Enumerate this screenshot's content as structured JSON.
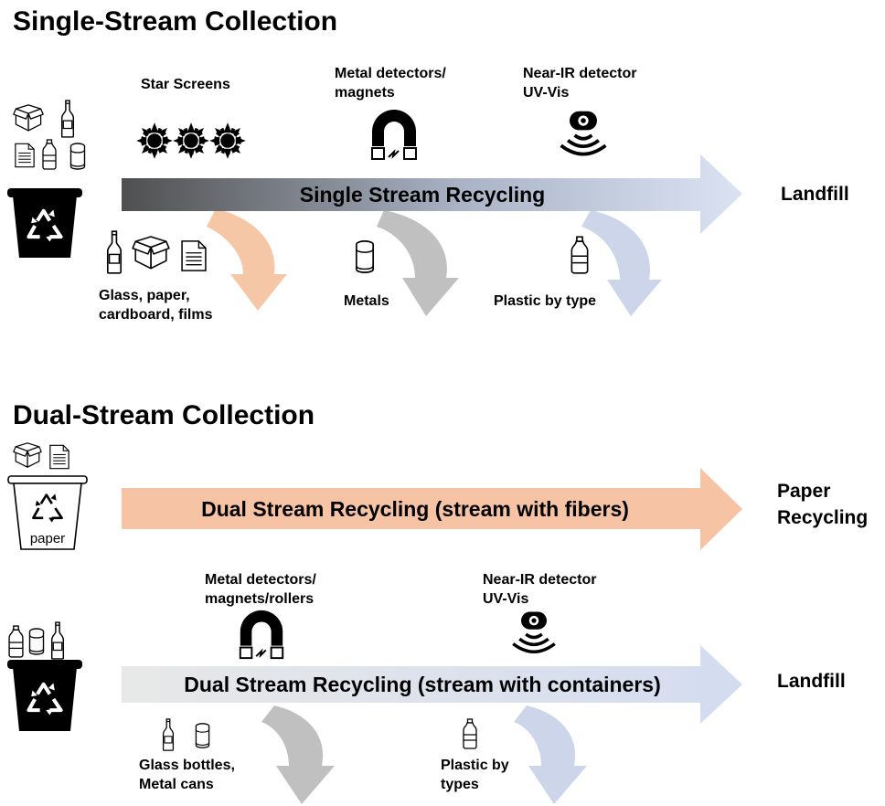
{
  "single": {
    "title": "Single-Stream Collection",
    "arrow_label": "Single Stream Recycling",
    "destination": "Landfill",
    "steps": [
      {
        "label_lines": [
          "Star Screens"
        ],
        "icon": "star-screens-icon"
      },
      {
        "label_lines": [
          "Metal detectors/",
          "magnets"
        ],
        "icon": "magnet-icon"
      },
      {
        "label_lines": [
          "Near-IR detector",
          "UV-Vis"
        ],
        "icon": "sensor-icon"
      }
    ],
    "outputs": [
      {
        "label_lines": [
          "Glass, paper,",
          "cardboard, films"
        ],
        "icons": [
          "bottle-icon",
          "box-icon",
          "document-icon"
        ],
        "color": "#f5c7a7"
      },
      {
        "label_lines": [
          "Metals"
        ],
        "icons": [
          "can-icon"
        ],
        "color": "#c0c0c0"
      },
      {
        "label_lines": [
          "Plastic by type"
        ],
        "icons": [
          "plastic-bottle-icon"
        ],
        "color": "#ccd5ea"
      }
    ]
  },
  "dual": {
    "title": "Dual-Stream Collection",
    "paper_bin_label": "paper",
    "fiber_arrow_label": "Dual Stream Recycling (stream with fibers)",
    "fiber_destination_lines": [
      "Paper",
      "Recycling"
    ],
    "container_arrow_label": "Dual Stream Recycling (stream with containers)",
    "container_destination": "Landfill",
    "steps": [
      {
        "label_lines": [
          "Metal detectors/",
          "magnets/rollers"
        ],
        "icon": "magnet-icon"
      },
      {
        "label_lines": [
          "Near-IR detector",
          "UV-Vis"
        ],
        "icon": "sensor-icon"
      }
    ],
    "outputs": [
      {
        "label_lines": [
          "Glass bottles,",
          "Metal cans"
        ],
        "icons": [
          "bottle-icon",
          "can-icon"
        ],
        "color": "#c0c0c0"
      },
      {
        "label_lines": [
          "Plastic by",
          "types"
        ],
        "icons": [
          "plastic-bottle-icon"
        ],
        "color": "#ccd5ea"
      }
    ]
  },
  "colors": {
    "single_arrow_start": "#4f4f4f",
    "single_arrow_end": "#dbe3f3",
    "fiber_arrow": "#f6c3a4",
    "container_arrow_start": "#e6e6e6",
    "container_arrow_end": "#d5ddf0"
  }
}
